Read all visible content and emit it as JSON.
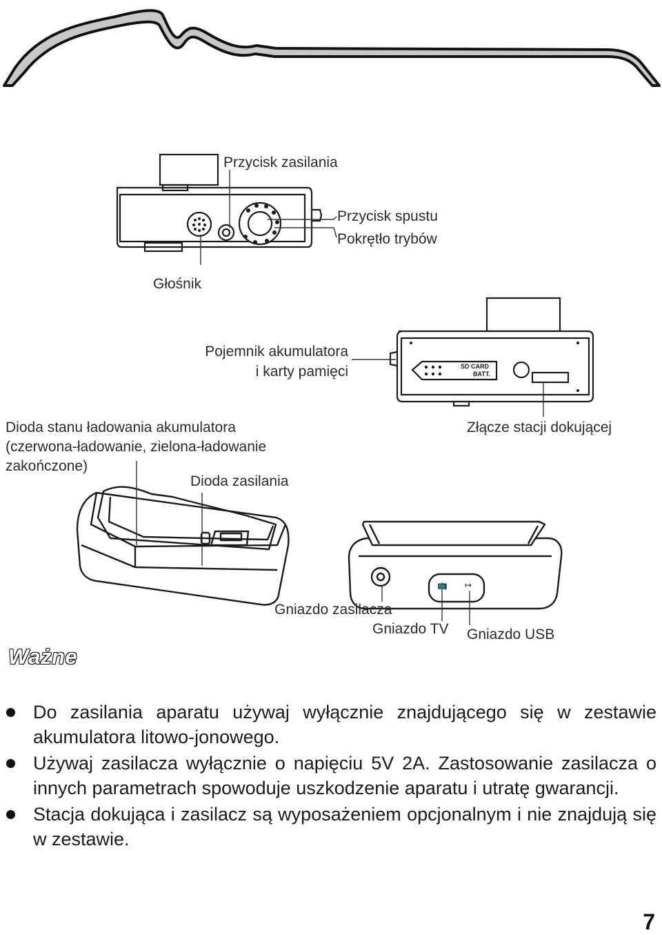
{
  "labels": {
    "power_button": "Przycisk zasilania",
    "shutter_button": "Przycisk spustu",
    "mode_dial": "Pokrętło trybów",
    "speaker": "Głośnik",
    "battery_compartment_line1": "Pojemnik akumulatora",
    "battery_compartment_line2": "i karty pamięci",
    "charge_led_line1": "Dioda stanu ładowania akumulatora",
    "charge_led_line2": "(czerwona-ładowanie, zielona-ładowanie",
    "charge_led_line3": "zakończone)",
    "dock_connector": "Złącze stacji dokującej",
    "power_led": "Dioda zasilania",
    "dc_jack": "Gniazdo zasilacza",
    "tv_jack": "Gniazdo TV",
    "usb_jack": "Gniazdo USB"
  },
  "camera_markings": {
    "sd_card": "SD CARD",
    "batt": "BATT."
  },
  "important_heading": "Ważne",
  "notes": [
    "Do zasilania aparatu używaj wyłącznie znajdującego się w zestawie akumulatora litowo-jonowego.",
    "Używaj zasilacza wyłącznie o napięciu 5V 2A. Zastosowanie zasilacza o innych parametrach spowoduje uszkodzenie aparatu i utratę gwarancji.",
    "Stacja dokująca i zasilacz są wyposażeniem opcjonalnym i nie znajdują się w zestawie."
  ],
  "page_number": "7"
}
